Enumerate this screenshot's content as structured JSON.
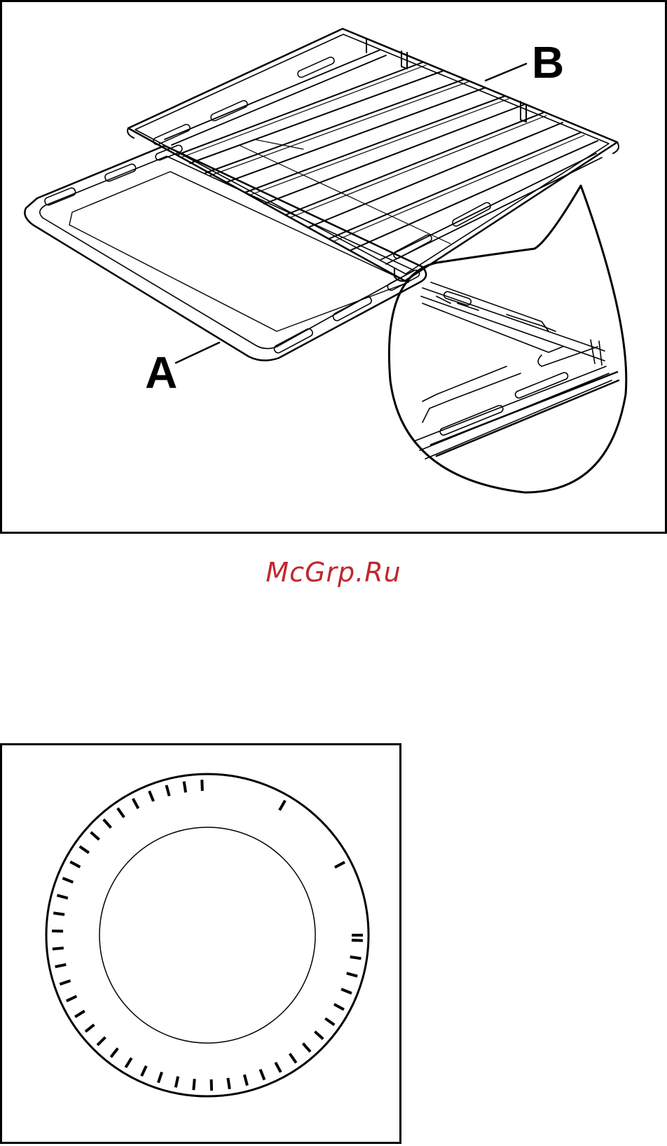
{
  "figure_top": {
    "callouts": {
      "a": "A",
      "b": "B"
    }
  },
  "watermark": {
    "text": "McGrp.Ru",
    "color": "#c0282d"
  },
  "figure_bottom": {
    "dial_marks": 44
  }
}
